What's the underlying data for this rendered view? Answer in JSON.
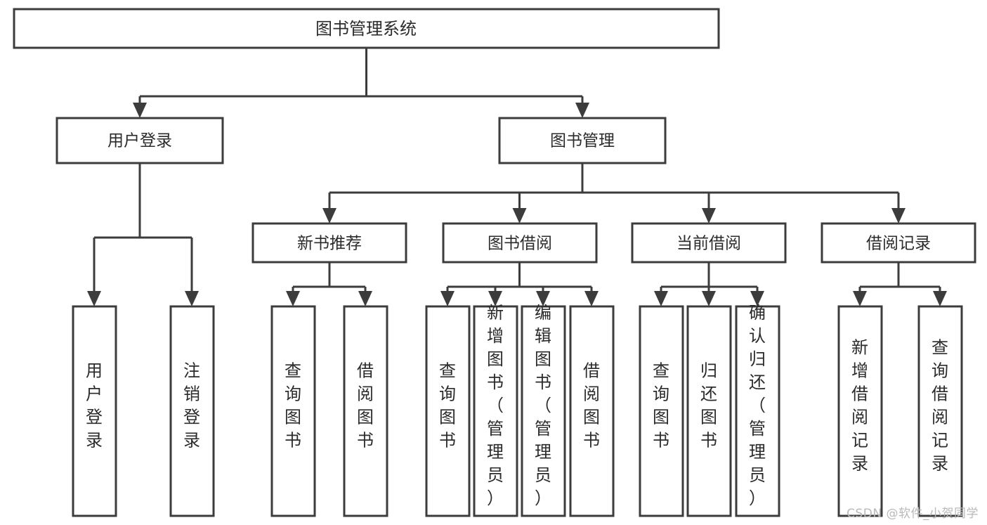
{
  "diagram": {
    "type": "tree-hierarchy",
    "title": "图书管理系统",
    "orientation": "top-down",
    "colors": {
      "box_stroke": "#3c3c3c",
      "box_fill": "#ffffff",
      "text": "#2b2b2b",
      "background": "#ffffff",
      "watermark": "#b9b9b9"
    },
    "root": {
      "id": "root",
      "label": "图书管理系统"
    },
    "level2": [
      {
        "id": "user-login",
        "label": "用户登录"
      },
      {
        "id": "book-manage",
        "label": "图书管理"
      }
    ],
    "level3": [
      {
        "id": "new-book-recommend",
        "label": "新书推荐",
        "parent": "book-manage"
      },
      {
        "id": "book-borrow",
        "label": "图书借阅",
        "parent": "book-manage"
      },
      {
        "id": "current-borrow",
        "label": "当前借阅",
        "parent": "book-manage"
      },
      {
        "id": "borrow-record",
        "label": "借阅记录",
        "parent": "book-manage"
      }
    ],
    "leaves": [
      {
        "id": "leaf-user-login",
        "label": "用户登录",
        "parent": "user-login"
      },
      {
        "id": "leaf-logout-login",
        "label": "注销登录",
        "parent": "user-login"
      },
      {
        "id": "leaf-query-book-1",
        "label": "查询图书",
        "parent": "new-book-recommend"
      },
      {
        "id": "leaf-borrow-book-1",
        "label": "借阅图书",
        "parent": "new-book-recommend"
      },
      {
        "id": "leaf-query-book-2",
        "label": "查询图书",
        "parent": "book-borrow"
      },
      {
        "id": "leaf-add-book",
        "label": "新增图书（管理员）",
        "parent": "book-borrow"
      },
      {
        "id": "leaf-edit-book",
        "label": "编辑图书（管理员）",
        "parent": "book-borrow"
      },
      {
        "id": "leaf-borrow-book-2",
        "label": "借阅图书",
        "parent": "book-borrow"
      },
      {
        "id": "leaf-query-book-3",
        "label": "查询图书",
        "parent": "current-borrow"
      },
      {
        "id": "leaf-return-book",
        "label": "归还图书",
        "parent": "current-borrow"
      },
      {
        "id": "leaf-confirm-return",
        "label": "确认归还（管理员）",
        "parent": "current-borrow"
      },
      {
        "id": "leaf-add-record",
        "label": "新增借阅记录",
        "parent": "borrow-record"
      },
      {
        "id": "leaf-query-record",
        "label": "查询借阅记录",
        "parent": "borrow-record"
      }
    ]
  },
  "watermark": {
    "text": "CSDN @软件_小贺同学"
  }
}
